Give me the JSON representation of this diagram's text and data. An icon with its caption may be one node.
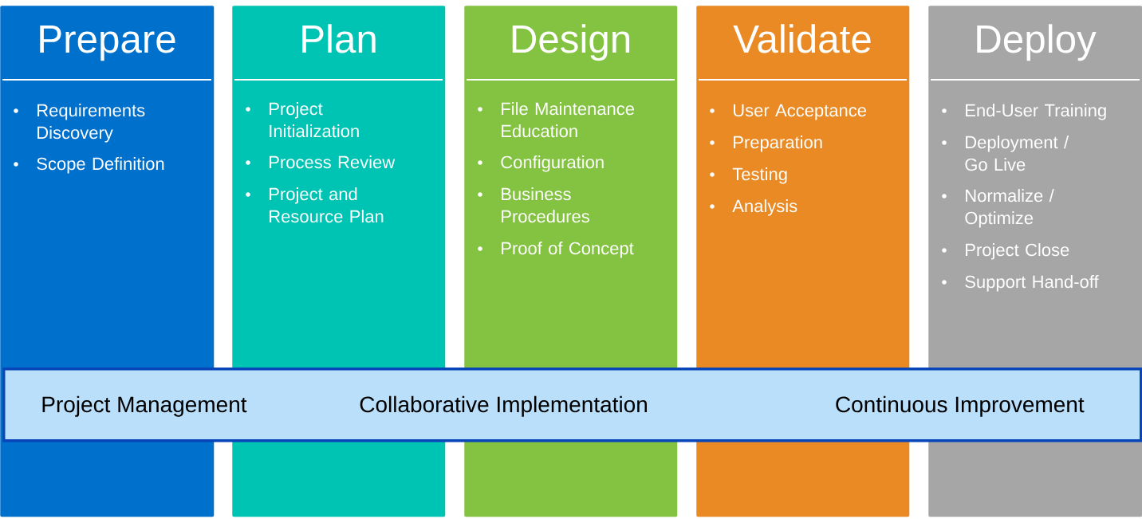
{
  "diagram": {
    "nodes": [
      {
        "text": [
          "Prepare",
          "Requirements Discovery",
          "Scope Definition"
        ]
      },
      {
        "text": [
          "Plan",
          "Project Initialization",
          "Process Review",
          "Project and Resource Plan"
        ]
      },
      {
        "text": [
          "Design",
          "File Maintenance Education",
          "Configuration",
          "Business Procedures",
          "Proof of Concept"
        ]
      },
      {
        "text": [
          "Validate",
          "User Acceptance",
          "Preparation",
          "Testing",
          "Analysis"
        ]
      },
      {
        "text": [
          "Deploy",
          "End-User Training",
          "Deployment / Go Live",
          "Normalize / Optimize",
          "Project Close",
          "Support Hand-off"
        ]
      },
      {
        "text": [
          "Project Management",
          "Collaborative Implementation",
          "Continuous Improvement"
        ]
      }
    ]
  }
}
